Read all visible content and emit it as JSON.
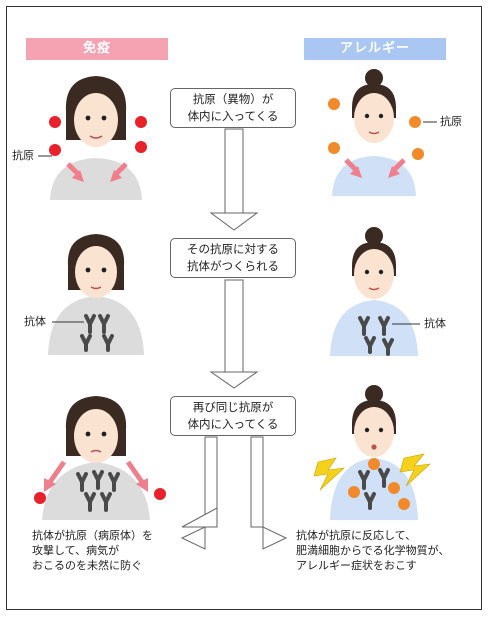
{
  "headers": {
    "left": "免疫",
    "right": "アレルギー",
    "left_color": "#f5a3b3",
    "right_color": "#a9c7f2"
  },
  "steps": [
    {
      "line1": "抗原（異物）が",
      "line2": "体内に入ってくる"
    },
    {
      "line1": "その抗原に対する",
      "line2": "抗体がつくられる"
    },
    {
      "line1": "再び同じ抗原が",
      "line2": "体内に入ってくる"
    }
  ],
  "labels": {
    "antigen_left": "抗原",
    "antigen_right": "抗原",
    "antibody_left": "抗体",
    "antibody_right": "抗体"
  },
  "outcomes": {
    "immunity": [
      "抗体が抗原（病原体）を",
      "攻撃して、病気が",
      "おこるのを未然に防ぐ"
    ],
    "allergy": [
      "抗体が抗原に反応して、",
      "肥満細胞からでる化学物質が、",
      "アレルギー症状をおこす"
    ]
  },
  "colors": {
    "antigen_immune": "#e8212a",
    "antigen_allergy": "#f28a2c",
    "antibody": "#4a4a4a",
    "arrow_pink": "#f07f8e",
    "shirt_immune": "#dcdcdc",
    "shirt_allergy": "#cfe0f7",
    "skin": "#fbe3d2",
    "hair": "#3a2a22",
    "lightning": "#f6d11c"
  }
}
